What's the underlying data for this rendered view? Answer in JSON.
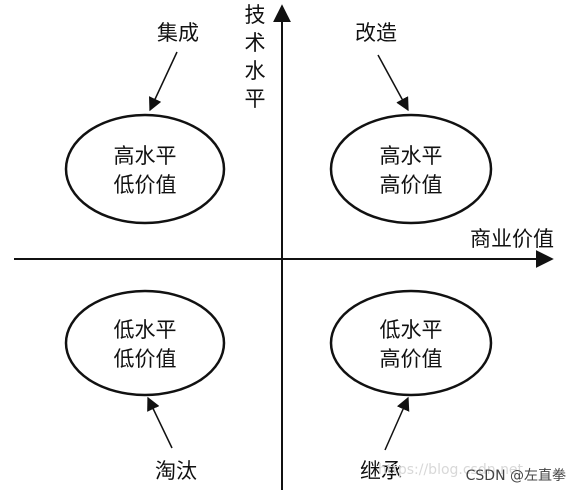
{
  "axes": {
    "y_label_chars": [
      "技",
      "术",
      "水",
      "平"
    ],
    "x_label": "商业价值"
  },
  "quadrants": {
    "top_left": {
      "strategy": "集成",
      "line1": "高水平",
      "line2": "低价值"
    },
    "top_right": {
      "strategy": "改造",
      "line1": "高水平",
      "line2": "高价值"
    },
    "bottom_left": {
      "strategy": "淘汰",
      "line1": "低水平",
      "line2": "低价值"
    },
    "bottom_right": {
      "strategy": "继承",
      "line1": "低水平",
      "line2": "高价值"
    }
  },
  "watermark": {
    "faint": "https://blog.csdn.net",
    "text": "CSDN @左直拳"
  }
}
